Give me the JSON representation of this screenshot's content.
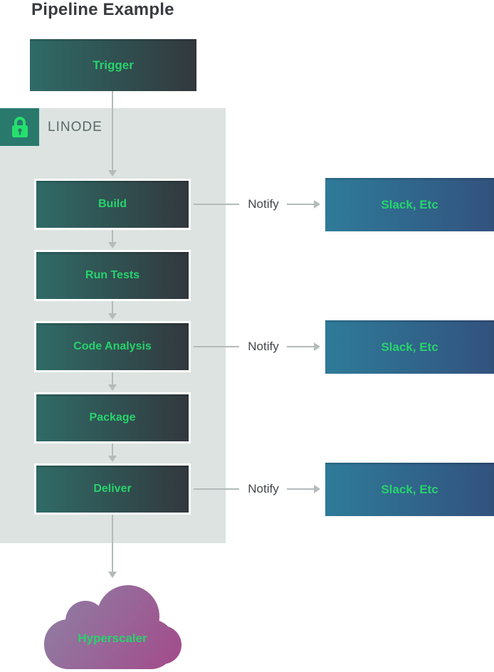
{
  "title": "Pipeline Example",
  "trigger": {
    "label": "Trigger"
  },
  "linode": {
    "label": "LINODE",
    "icon": "lock-icon"
  },
  "steps": [
    {
      "label": "Build"
    },
    {
      "label": "Run Tests"
    },
    {
      "label": "Code Analysis"
    },
    {
      "label": "Package"
    },
    {
      "label": "Deliver"
    }
  ],
  "notifications": [
    {
      "label": "Notify",
      "target": "Slack, Etc"
    },
    {
      "label": "Notify",
      "target": "Slack, Etc"
    },
    {
      "label": "Notify",
      "target": "Slack, Etc"
    }
  ],
  "cloud": {
    "label": "Hyperscaler"
  },
  "colors": {
    "box_grad_start": "#2f6b67",
    "box_grad_end": "#32383d",
    "slack_grad_start": "#2f7b99",
    "slack_grad_end": "#32527e",
    "cloud_grad_start": "#8d82a6",
    "cloud_grad_end": "#a34a8a",
    "label_green": "#27d36c",
    "container_bg": "#dce3e1",
    "badge_bg": "#2a796d",
    "lock_green": "#25e06c",
    "arrow_gray": "#b4bbba",
    "title_color": "#383c40",
    "linode_color": "#5d6968",
    "notify_color": "#43484c"
  }
}
